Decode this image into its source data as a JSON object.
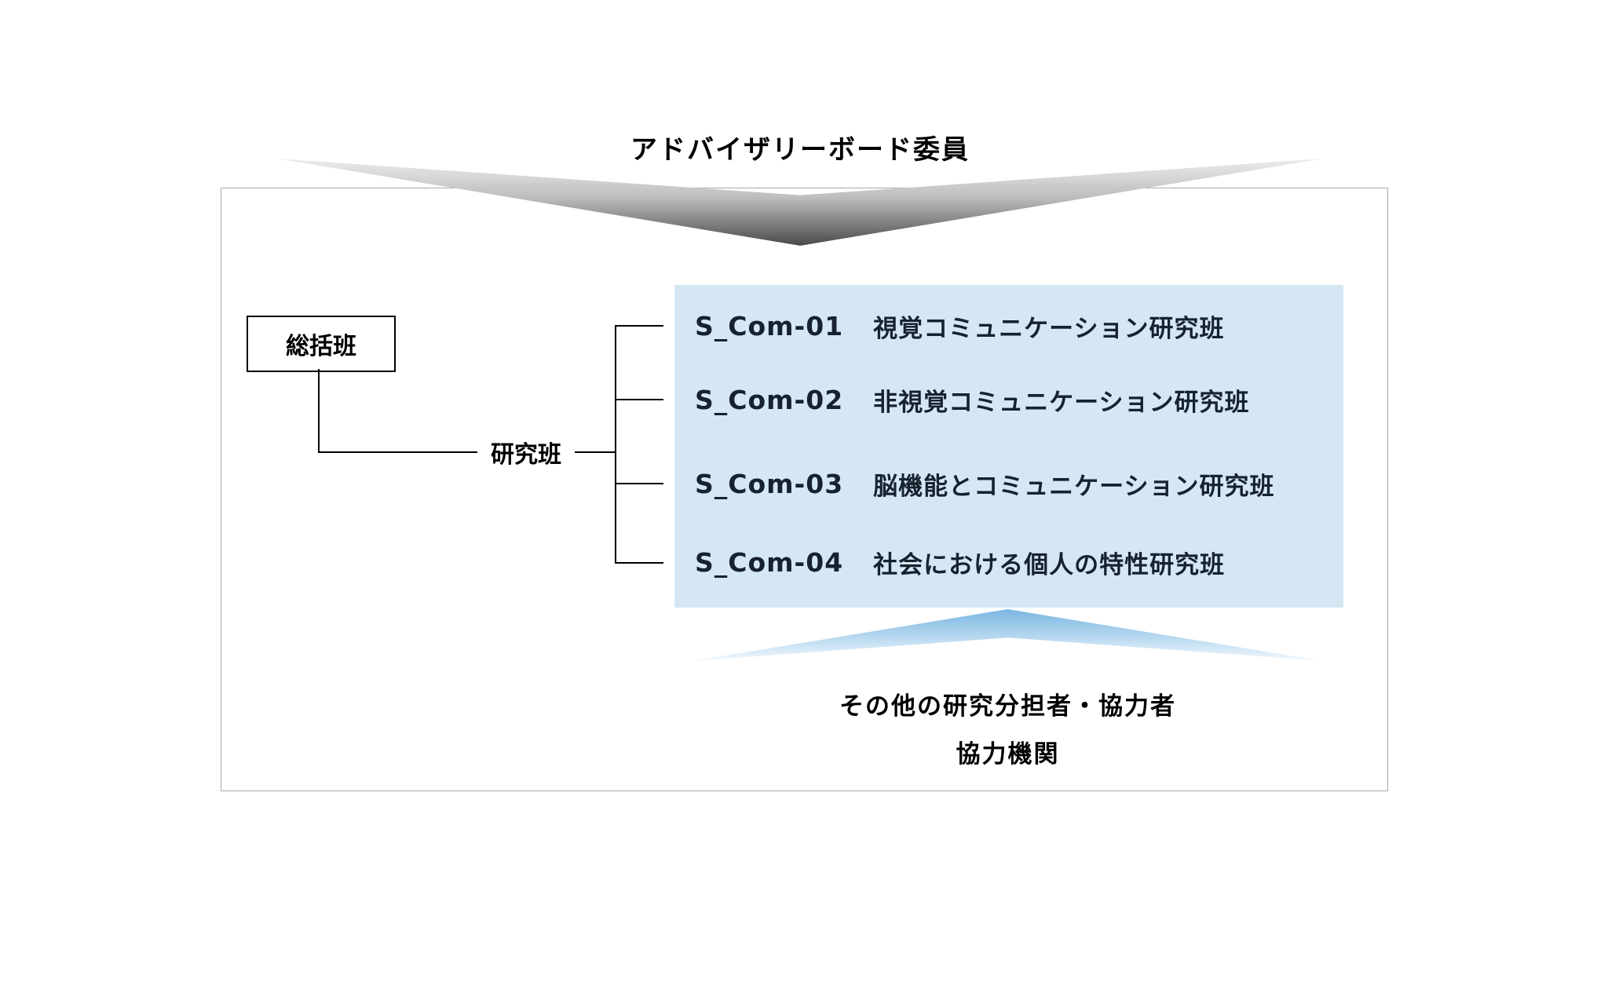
{
  "diagram": {
    "advisory_board_label": "アドバイザリーボード委員",
    "soukatsu_label": "総括班",
    "kenkyu_label": "研究班",
    "groups": [
      {
        "code": "S_Com-01",
        "name": "視覚コミュニケーション研究班"
      },
      {
        "code": "S_Com-02",
        "name": "非視覚コミュニケーション研究班"
      },
      {
        "code": "S_Com-03",
        "name": "脳機能とコミュニケーション研究班"
      },
      {
        "code": "S_Com-04",
        "name": "社会における個人の特性研究班"
      }
    ],
    "bottom_line1": "その他の研究分担者・協力者",
    "bottom_line2": "協力機関",
    "colors": {
      "panel_blue": "#d6e7f4",
      "text_dark": "#16222e",
      "chevron_gray_dark": "#4a4a4a",
      "chevron_blue": "#7ab5e2"
    }
  }
}
